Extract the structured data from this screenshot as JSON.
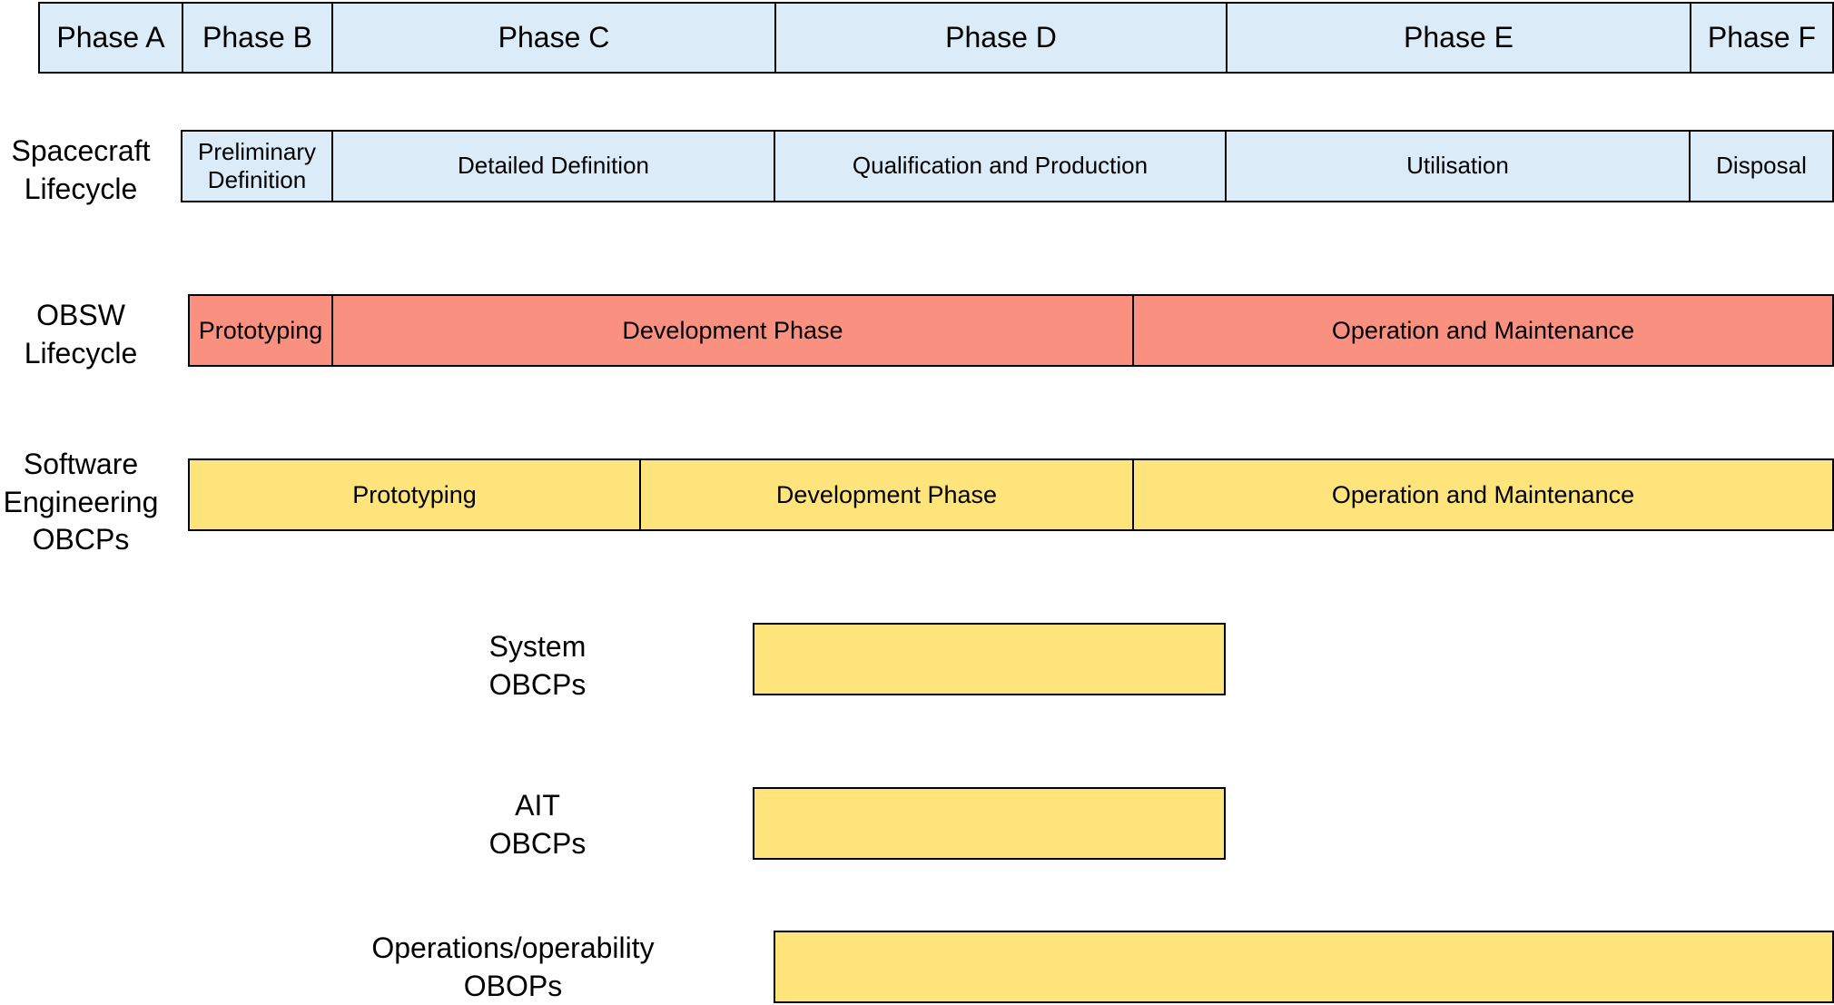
{
  "colors": {
    "spacecraft": "#dcebf8",
    "obsw": "#fa9180",
    "obcp": "#fee47a",
    "border": "#000000"
  },
  "phases": [
    {
      "label": "Phase A"
    },
    {
      "label": "Phase B"
    },
    {
      "label": "Phase C"
    },
    {
      "label": "Phase D"
    },
    {
      "label": "Phase E"
    },
    {
      "label": "Phase F"
    }
  ],
  "rows": {
    "spacecraft": {
      "label": "Spacecraft\nLifecycle",
      "segments": [
        {
          "label": "Preliminary\nDefinition"
        },
        {
          "label": "Detailed Definition"
        },
        {
          "label": "Qualification and Production"
        },
        {
          "label": "Utilisation"
        },
        {
          "label": "Disposal"
        }
      ]
    },
    "obsw": {
      "label": "OBSW\nLifecycle",
      "segments": [
        {
          "label": "Prototyping"
        },
        {
          "label": "Development Phase"
        },
        {
          "label": "Operation and Maintenance"
        }
      ]
    },
    "se_obcps": {
      "label": "Software\nEngineering\nOBCPs",
      "segments": [
        {
          "label": "Prototyping"
        },
        {
          "label": "Development Phase"
        },
        {
          "label": "Operation and Maintenance"
        }
      ]
    },
    "system_obcps": {
      "label": "System\nOBCPs"
    },
    "ait_obcps": {
      "label": "AIT\nOBCPs"
    },
    "ops_obops": {
      "label": "Operations/operability\nOBOPs"
    }
  }
}
